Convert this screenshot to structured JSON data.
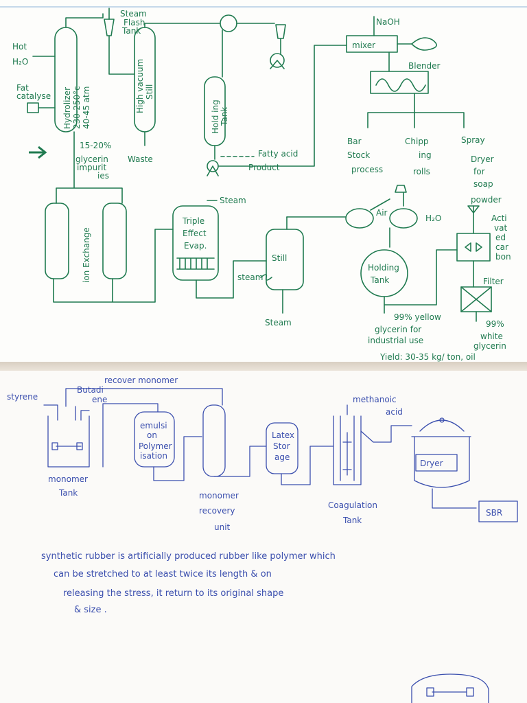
{
  "glycerin": {
    "hot_h2o": [
      "Hot",
      "H₂O"
    ],
    "fat_catalyst": [
      "Fat",
      "catalyse"
    ],
    "hydrolizer": [
      "Hydrolizer",
      "230-250°c",
      "40-45 atm"
    ],
    "steam_flash": [
      "Steam",
      "Flash",
      "Tank"
    ],
    "still": [
      "High vacuum",
      "Still"
    ],
    "waste": "Waste",
    "holding_tank": [
      "Hold ing",
      "Tank"
    ],
    "fatty_acid": [
      "Fatty acid",
      "Product"
    ],
    "naoh": "NaOH",
    "mixer": "mixer",
    "blender": "Blender",
    "bar_stock": [
      "Bar",
      "Stock",
      "process"
    ],
    "chipping": [
      "Chipp",
      "ing",
      "rolls"
    ],
    "spray": [
      "Spray",
      "Dryer",
      "for",
      "soap",
      "powder"
    ],
    "glycerin_note": [
      "15-20%",
      "glycerin",
      "impurit",
      "ies"
    ],
    "ion_exchange": "ion Exchange",
    "steam_top": "Steam",
    "triple_effect": [
      "Triple",
      "Effect",
      "Evap."
    ],
    "still2": "Still",
    "steam_coil": "steam",
    "steam_bottom": "Steam",
    "air": "Air",
    "h2o": "H₂O",
    "holding_tank2": [
      "Holding",
      "Tank"
    ],
    "activated_carbon": [
      "Acti",
      "vat",
      "ed",
      "car",
      "bon"
    ],
    "filter": "Filter",
    "yellow": [
      "99% yellow",
      "glycerin  for",
      "industrial  use"
    ],
    "white": [
      "99%",
      "white",
      "glycerin"
    ],
    "yield": "Yield: 30-35 kg/ ton, oil"
  },
  "sbr": {
    "recover_monomer": "recover monomer",
    "styrene": "styrene",
    "butadiene": [
      "Butadi",
      "ene"
    ],
    "monomer_tank": [
      "monomer",
      "Tank"
    ],
    "emulsion": [
      "emulsi",
      "on",
      "Polymer",
      "isation"
    ],
    "recovery": [
      "monomer",
      "recovery",
      "unit"
    ],
    "latex": [
      "Latex",
      "Stor",
      "age"
    ],
    "methanoic": [
      "methanoic",
      "acid"
    ],
    "coagulation": [
      "Coagulation",
      "Tank"
    ],
    "dryer": "Dryer",
    "product": "SBR"
  },
  "note": [
    "synthetic rubber is artificially produced rubber like polymer which",
    "can be stretched to at least twice its length & on",
    "releasing the stress, it return to its original shape",
    "& size ."
  ]
}
